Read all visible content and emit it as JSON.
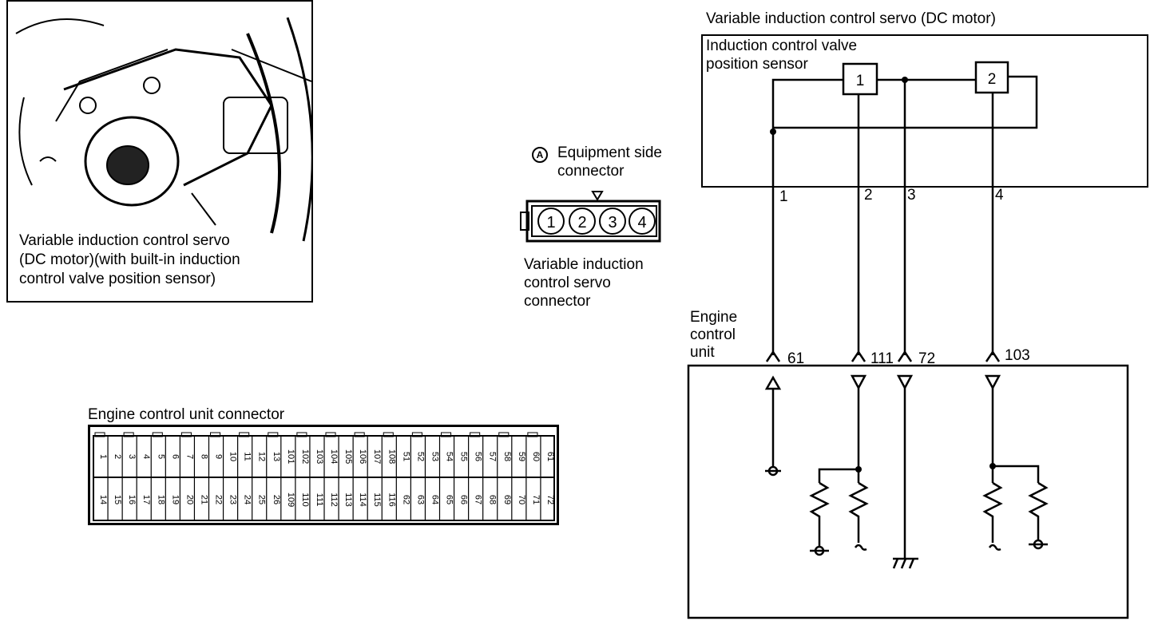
{
  "photo": {
    "caption_lines": [
      "Variable induction control servo",
      "(DC motor)(with built-in induction",
      "control valve position sensor)"
    ]
  },
  "connector_a": {
    "marker": "A",
    "title_lines": [
      "Equipment side",
      "connector"
    ],
    "pins": [
      "1",
      "2",
      "3",
      "4"
    ],
    "caption_lines": [
      "Variable induction",
      "control servo",
      "connector"
    ]
  },
  "servo": {
    "title": "Variable induction control servo (DC motor)",
    "sensor_label_lines": [
      "Induction control valve",
      "position sensor"
    ],
    "block1": "1",
    "block2": "2",
    "terminals": [
      "1",
      "2",
      "3",
      "4"
    ]
  },
  "ecu": {
    "label_lines": [
      "Engine",
      "control",
      "unit"
    ],
    "pins": [
      "61",
      "111",
      "72",
      "103"
    ]
  },
  "ecu_connector": {
    "title": "Engine control unit connector",
    "top_row": [
      "1",
      "2",
      "3",
      "4",
      "5",
      "6",
      "7",
      "8",
      "9",
      "10",
      "11",
      "12",
      "13",
      "101",
      "102",
      "103",
      "104",
      "105",
      "106",
      "107",
      "108",
      "51",
      "52",
      "53",
      "54",
      "55",
      "56",
      "57",
      "58",
      "59",
      "60",
      "61"
    ],
    "bottom_row": [
      "14",
      "15",
      "16",
      "17",
      "18",
      "19",
      "20",
      "21",
      "22",
      "23",
      "24",
      "25",
      "26",
      "109",
      "110",
      "111",
      "112",
      "113",
      "114",
      "115",
      "116",
      "62",
      "63",
      "64",
      "65",
      "66",
      "67",
      "68",
      "69",
      "70",
      "71",
      "72"
    ]
  }
}
